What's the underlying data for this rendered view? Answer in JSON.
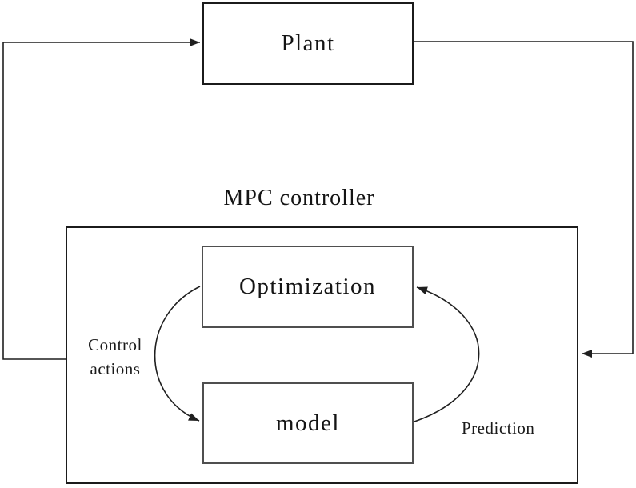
{
  "diagram": {
    "nodes": {
      "plant": {
        "label": "Plant"
      },
      "mpc_controller": {
        "label": "MPC controller"
      },
      "optimization": {
        "label": "Optimization"
      },
      "model": {
        "label": "model"
      }
    },
    "edge_labels": {
      "control_actions": {
        "line1": "Control",
        "line2": "actions"
      },
      "prediction": "Prediction"
    },
    "edges": [
      {
        "name": "control-actions-curve",
        "from": "optimization",
        "to": "model",
        "style": "curved-arrow"
      },
      {
        "name": "prediction-curve",
        "from": "model",
        "to": "optimization",
        "style": "curved-arrow"
      },
      {
        "name": "feedback-to-plant",
        "from": "mpc_controller",
        "to": "plant",
        "style": "orthogonal-arrow"
      },
      {
        "name": "plant-output-to-controller",
        "from": "plant",
        "to": "mpc_controller",
        "style": "orthogonal-arrow"
      }
    ],
    "colors": {
      "background": "#ffffff",
      "line": "#1f1f1f",
      "outer_box_border": "#1b1b1b",
      "inner_box_border": "#4f4f4f",
      "text": "#141414"
    }
  }
}
